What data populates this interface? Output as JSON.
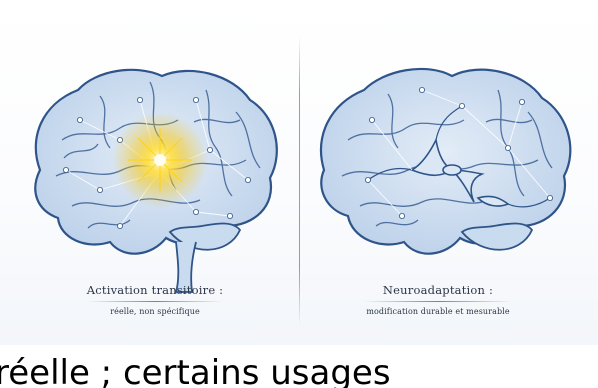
{
  "panels": [
    {
      "caption_title": "Activation transitoire :",
      "caption_subtitle": "réelle, non spécifique",
      "icon": "brain-with-glow-icon",
      "glow_color": "#f7c400"
    },
    {
      "caption_title": "Neuroadaptation :",
      "caption_subtitle": "modification durable et mesurable",
      "icon": "brain-with-synapses-icon"
    }
  ],
  "colors": {
    "line": "#3a5f94",
    "fill": "#c9dbee",
    "glow": "#f7c400"
  },
  "bottom_text": "réelle ; certains usages"
}
